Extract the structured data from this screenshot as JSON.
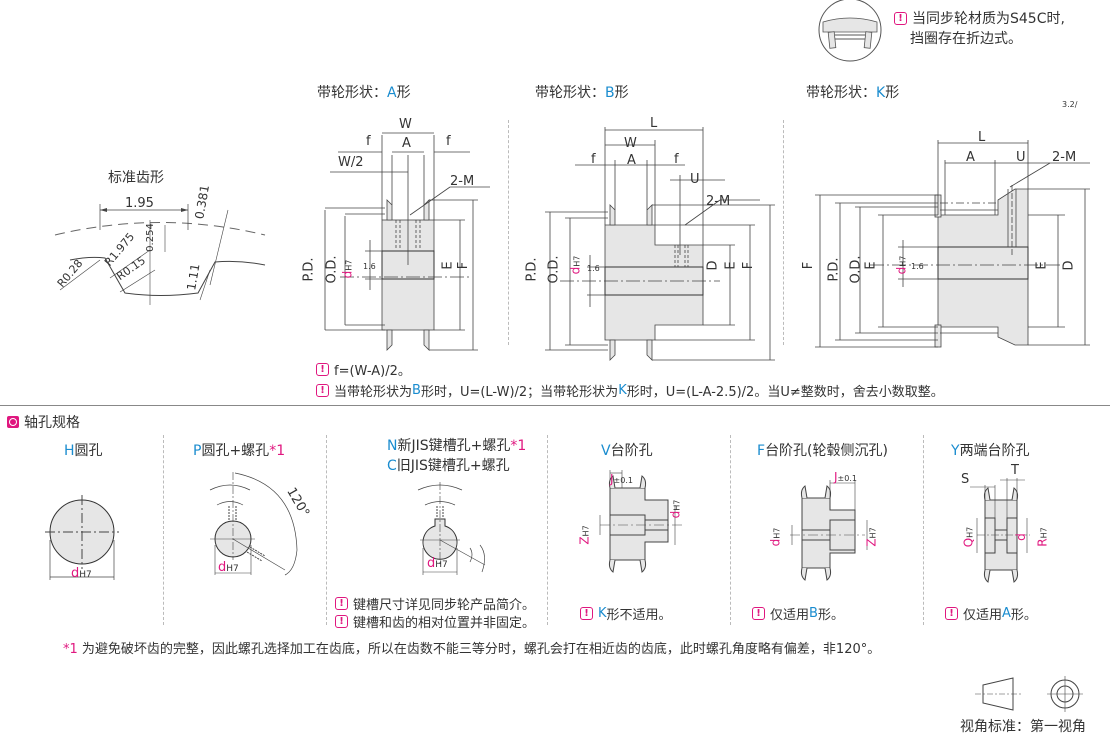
{
  "top_note": {
    "line1": "当同步轮材质为S45C时,",
    "line2": "挡圈存在折边式。"
  },
  "standard_tooth": {
    "title": "标准齿形",
    "dims": {
      "pitch": "1.95",
      "r1": "R0.28",
      "r2": "R1.975",
      "r3": "R0.15",
      "h1": "0.254",
      "h2": "0.381",
      "h3": "1.11"
    }
  },
  "shapes": [
    {
      "prefix": "带轮形状：",
      "code": "A",
      "suffix": "形"
    },
    {
      "prefix": "带轮形状：",
      "code": "B",
      "suffix": "形"
    },
    {
      "prefix": "带轮形状：",
      "code": "K",
      "suffix": "形"
    }
  ],
  "dim_labels": {
    "W": "W",
    "A": "A",
    "f": "f",
    "W2": "W/2",
    "M": "2-M",
    "PD": "P.D.",
    "OD": "O.D.",
    "d": "d",
    "H7": "H7",
    "E": "E",
    "F": "F",
    "L": "L",
    "U": "U",
    "D": "D",
    "rough16": "1.6",
    "rough32": "3.2"
  },
  "formula_notes": [
    {
      "text": "f=(W-A)/2。"
    },
    {
      "parts": [
        "当带轮形状为",
        "B",
        "形时，U=(L-W)/2；当带轮形状为",
        "K",
        "形时，U=(L-A-2.5)/2。当U≠整数时，舍去小数取整。"
      ]
    }
  ],
  "bore_section": {
    "title": "轴孔规格",
    "types": [
      {
        "code": "H",
        "name": "圆孔",
        "star": ""
      },
      {
        "code": "P",
        "name": "圆孔+螺孔",
        "star": "*1",
        "angle": "120°"
      },
      {
        "code": "N",
        "name": "新JIS键槽孔+螺孔",
        "star": "*1",
        "code2": "C",
        "name2": "旧JIS键槽孔+螺孔",
        "notes": [
          "键槽尺寸详见同步轮产品简介。",
          "键槽和齿的相对位置并非固定。"
        ]
      },
      {
        "code": "V",
        "name": "台阶孔",
        "dims": {
          "J": "J",
          "tol": "±0.1",
          "Z": "Z",
          "d": "d",
          "H7": "H7"
        },
        "note_parts": [
          "K",
          "形不适用。"
        ]
      },
      {
        "code": "F",
        "name": "台阶孔(轮毂侧沉孔)",
        "dims": {
          "J": "J",
          "tol": "±0.1",
          "Z": "Z",
          "d": "d",
          "H7": "H7"
        },
        "note_parts": [
          "仅适用",
          "B",
          "形。"
        ]
      },
      {
        "code": "Y",
        "name": "两端台阶孔",
        "dims": {
          "S": "S",
          "T": "T",
          "Q": "Q",
          "R": "R",
          "d": "d",
          "H7": "H7"
        },
        "note_parts": [
          "仅适用",
          "A",
          "形。"
        ]
      }
    ]
  },
  "footnote": {
    "star": "*1",
    "text": "为避免破坏齿的完整，因此螺孔选择加工在齿底，所以在齿数不能三等分时，螺孔会打在相近齿的齿底，此时螺孔角度略有偏差，非120°。"
  },
  "projection": {
    "label": "视角标准：第一视角"
  },
  "colors": {
    "accent_blue": "#1a8ccf",
    "accent_magenta": "#e0177f",
    "part_fill": "#e6e6e6"
  }
}
